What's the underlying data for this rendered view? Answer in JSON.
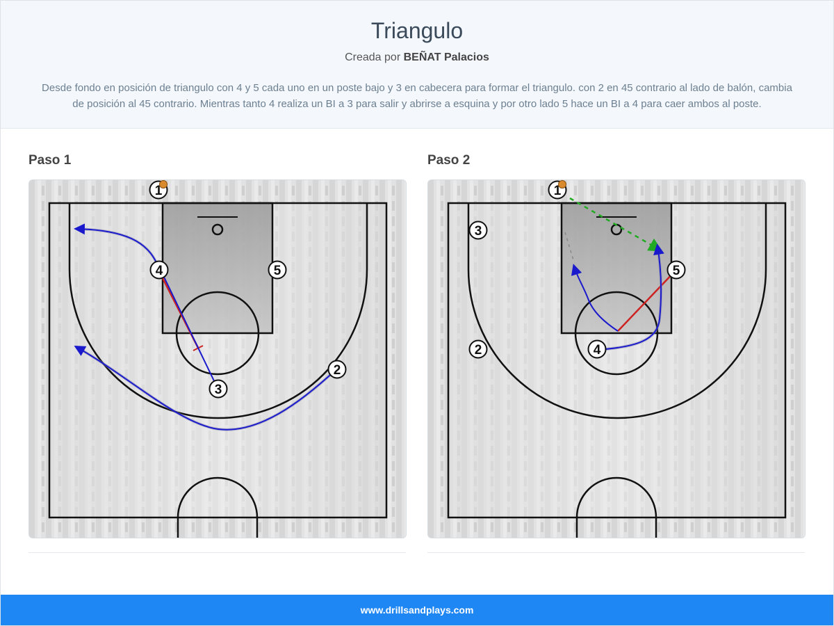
{
  "header": {
    "title": "Triangulo",
    "author_prefix": "Creada por",
    "author_name": "BEÑAT Palacios",
    "description": "Desde fondo en posición de triangulo con 4 y 5 cada uno en un poste bajo y 3 en cabecera para formar el triangulo. con 2 en 45 contrario al lado de balón, cambia de posición al 45 contrario. Mientras tanto 4 realiza un BI a 3 para salir y abrirse a esquina y por otro lado 5 hace un BI a 4 para caer ambos al poste."
  },
  "steps": [
    {
      "title": "Paso 1",
      "players": [
        {
          "label": "1",
          "has_ball": true
        },
        {
          "label": "4"
        },
        {
          "label": "5"
        },
        {
          "label": "3"
        },
        {
          "label": "2"
        }
      ]
    },
    {
      "title": "Paso 2",
      "players": [
        {
          "label": "1",
          "has_ball": true
        },
        {
          "label": "3"
        },
        {
          "label": "5"
        },
        {
          "label": "2"
        },
        {
          "label": "4"
        }
      ]
    }
  ],
  "legend_colors": {
    "movement": "#1a1acc",
    "screen": "#cc2222",
    "pass": "#22aa22",
    "dribble_hint": "#888888",
    "footer_bg": "#1f87f3"
  },
  "footer": {
    "text": "www.drillsandplays.com"
  }
}
